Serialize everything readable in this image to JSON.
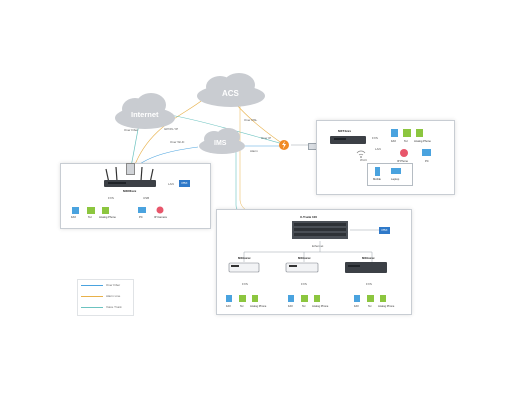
{
  "clouds": {
    "internet": "Internet",
    "acs": "ACS",
    "ims": "IMS"
  },
  "links": {
    "l1": "Over Fiber",
    "l2": "GPON / IP",
    "l3": "Over Wi-Fi",
    "l4": "Over DSL",
    "l5": "Over IP",
    "l6": "Alarm"
  },
  "left_box": {
    "router_name": "MXR3xxx",
    "fxs": "FXS",
    "usb": "USB",
    "lan": "LAN",
    "pbx": "PBX",
    "devices": [
      "FAX",
      "Tel",
      "Analog Phone",
      "PC",
      "IP Camera"
    ]
  },
  "right_top_box": {
    "router_name": "MXT4xxx",
    "fxs": "FXS",
    "lan": "LAN",
    "wifi": "Wi-Fi",
    "devices": [
      "FAX",
      "Tel",
      "Analog Phone",
      "IP Phone",
      "PC"
    ],
    "wifi_devices": [
      "Mobile",
      "Laptop"
    ]
  },
  "right_bottom_box": {
    "trunk_name": "X-Trunk 100",
    "pbx": "PBX",
    "uplink": "Ethernet",
    "gateways": [
      {
        "name": "MXGxxxx",
        "port": "FXS"
      },
      {
        "name": "MXGxxxx",
        "port": "FXS"
      },
      {
        "name": "MXGxxxx",
        "port": "FXS"
      }
    ],
    "group_devices": [
      [
        "FAX",
        "Tel",
        "Analog Phone"
      ],
      [
        "FAX",
        "Tel",
        "Analog Phone"
      ],
      [
        "FAX",
        "Tel",
        "Analog Phone"
      ]
    ]
  },
  "legend": {
    "items": [
      {
        "label": "Over Fiber",
        "color": "#4aa3df"
      },
      {
        "label": "Alarm Line",
        "color": "#e8b14a"
      },
      {
        "label": "Voice Trunk",
        "color": "#6cc3c0"
      }
    ]
  },
  "colors": {
    "cloud": "#c9ccd1",
    "line_blue": "#4aa3df",
    "line_orange": "#e8b14a",
    "line_teal": "#6cc3c0",
    "pbx": "#2f79c9"
  }
}
